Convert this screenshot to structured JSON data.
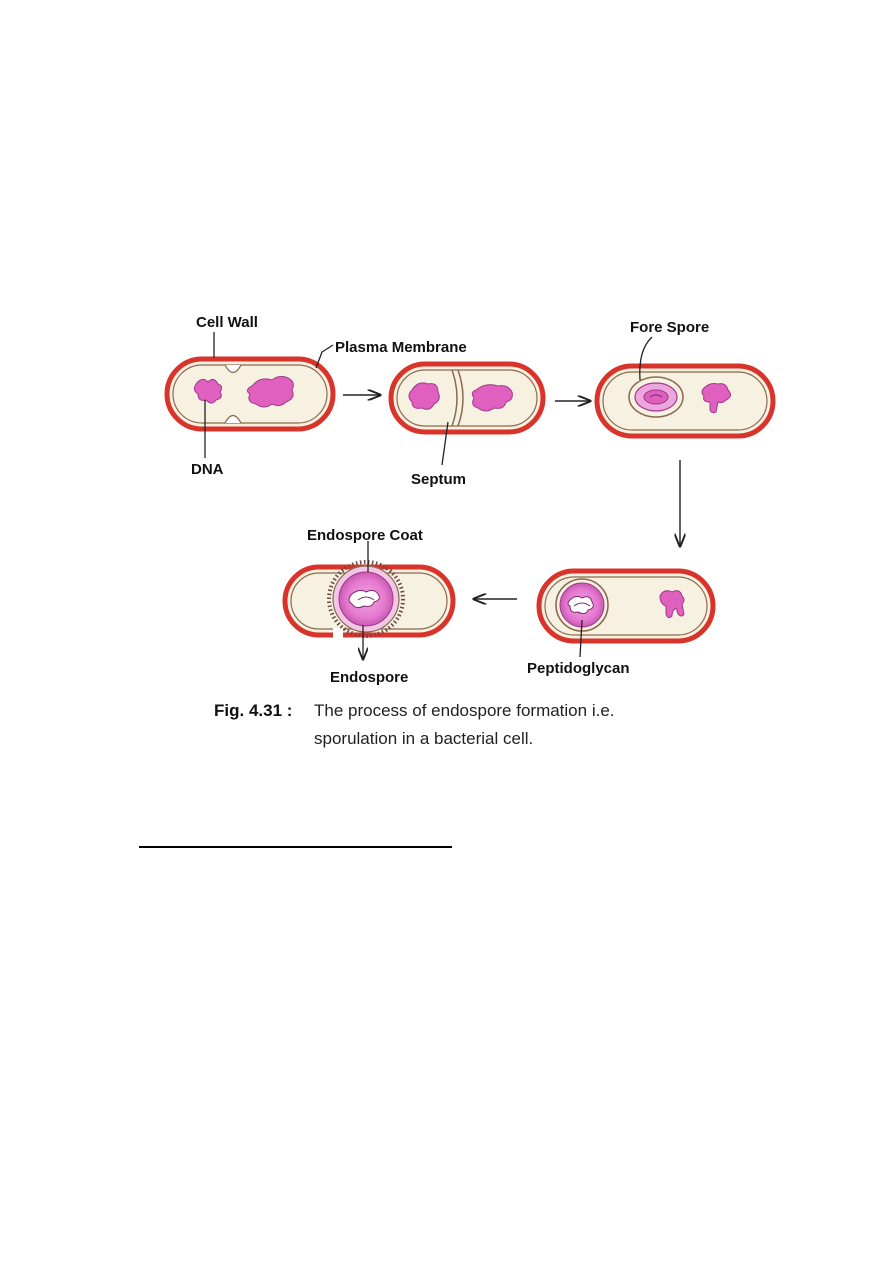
{
  "labels": {
    "cell_wall": "Cell Wall",
    "plasma_membrane": "Plasma Membrane",
    "fore_spore": "Fore Spore",
    "dna": "DNA",
    "septum": "Septum",
    "endospore_coat": "Endospore Coat",
    "endospore": "Endospore",
    "peptidoglycan": "Peptidoglycan"
  },
  "caption": {
    "number": "Fig. 4.31 :",
    "line1": "The process of endospore formation i.e.",
    "line2": "sporulation in a bacterial cell."
  },
  "colors": {
    "cell_wall": "#d9342b",
    "cytoplasm": "#f7f1e1",
    "dna": "#e060c0",
    "spore": "#e679d0",
    "text": "#111111"
  }
}
